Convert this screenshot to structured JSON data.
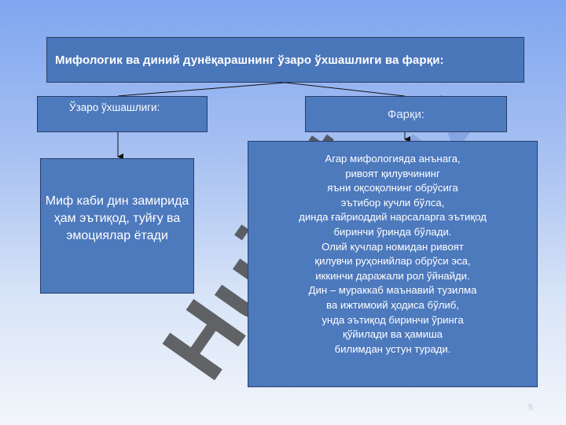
{
  "title": "Мифологик ва диний дунёқарашнинг ўзаро ўхшашлиги ва фарқи:",
  "similarity": {
    "heading": "Ўзаро ўхшашлиги:",
    "body": "Миф каби дин замирида ҳам эътиқод, туйғу ва эмоциялар ётади"
  },
  "difference": {
    "heading": "Фарқи:",
    "lines": [
      "Агар мифологияда анънага,",
      "ривоят қилувчининг",
      "яъни оқсоқолнинг обрўсига",
      "эътибор кучли бўлса,",
      "динда ғайриоддий нарсаларга эътиқод",
      "биринчи ўринда бўлади.",
      "Олий кучлар номидан  ривоят",
      "қилувчи руҳонийлар обрўси эса,",
      "иккинчи даражали рол ўйнайди.",
      "Дин – мураккаб  маънавий тузилма",
      "ва ижтимоий ҳодиса  бўлиб,",
      "унда эътиқод биринчи ўринга",
      "қўйилади ва ҳамиша",
      "билимдан устун туради."
    ]
  },
  "page_number": "5",
  "colors": {
    "box_fill": "#4d79bd",
    "box_border": "#2a3f66",
    "text": "#ffffff",
    "watermark": "#3a3a3a"
  }
}
